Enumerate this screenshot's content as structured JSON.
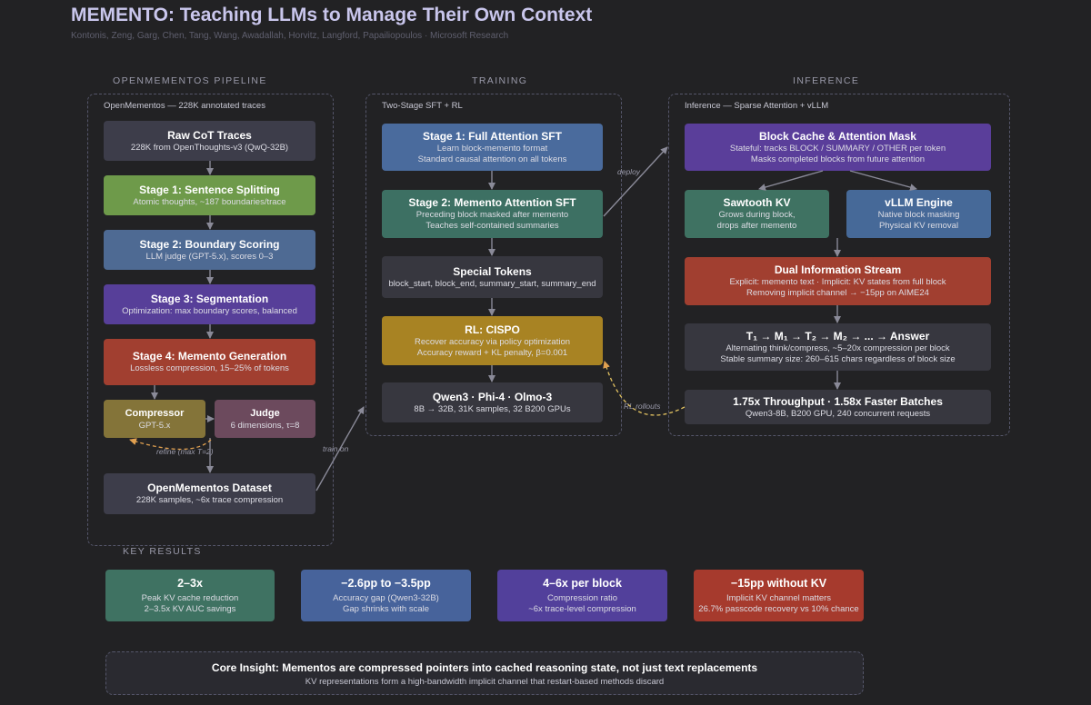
{
  "title": "MEMENTO: Teaching LLMs to Manage Their Own Context",
  "authors": "Kontonis, Zeng, Garg, Chen, Tang, Wang, Awadallah, Horvitz, Langford, Papailiopoulos · Microsoft Research",
  "sections": {
    "pipeline": "OPENMEMENTOS PIPELINE",
    "training": "TRAINING",
    "inference": "INFERENCE",
    "results": "KEY RESULTS"
  },
  "pipeline": {
    "panel_title": "OpenMementos — 228K annotated traces",
    "raw": {
      "title": "Raw CoT Traces",
      "sub": "228K from OpenThoughts-v3 (QwQ-32B)"
    },
    "stage1": {
      "title": "Stage 1: Sentence Splitting",
      "sub": "Atomic thoughts, ~187 boundaries/trace"
    },
    "stage2": {
      "title": "Stage 2: Boundary Scoring",
      "sub": "LLM judge (GPT-5.x), scores 0–3"
    },
    "stage3": {
      "title": "Stage 3: Segmentation",
      "sub": "Optimization: max boundary scores, balanced"
    },
    "stage4": {
      "title": "Stage 4: Memento Generation",
      "sub": "Lossless compression, 15–25% of tokens"
    },
    "compressor": {
      "title": "Compressor",
      "sub": "GPT-5.x"
    },
    "judge": {
      "title": "Judge",
      "sub": "6 dimensions, τ=8"
    },
    "refine_label": "refine (max T=2)",
    "dataset": {
      "title": "OpenMementos Dataset",
      "sub": "228K samples, ~6x trace compression"
    }
  },
  "training": {
    "panel_title": "Two-Stage SFT + RL",
    "stage1": {
      "title": "Stage 1: Full Attention SFT",
      "sub1": "Learn block-memento format",
      "sub2": "Standard causal attention on all tokens"
    },
    "stage2": {
      "title": "Stage 2: Memento Attention SFT",
      "sub1": "Preceding block masked after memento",
      "sub2": "Teaches self-contained summaries"
    },
    "tokens": {
      "title": "Special Tokens",
      "sub": "block_start, block_end, summary_start, summary_end"
    },
    "rl": {
      "title": "RL: CISPO",
      "sub1": "Recover accuracy via policy optimization",
      "sub2": "Accuracy reward + KL penalty, β=0.001"
    },
    "models": {
      "title": "Qwen3 · Phi-4 · Olmo-3",
      "sub": "8B → 32B, 31K samples, 32 B200 GPUs"
    }
  },
  "inference": {
    "panel_title": "Inference — Sparse Attention + vLLM",
    "cache": {
      "title": "Block Cache & Attention Mask",
      "sub1": "Stateful: tracks BLOCK / SUMMARY / OTHER per token",
      "sub2": "Masks completed blocks from future attention"
    },
    "sawtooth": {
      "title": "Sawtooth KV",
      "sub1": "Grows during block,",
      "sub2": "drops after memento"
    },
    "vllm": {
      "title": "vLLM Engine",
      "sub1": "Native block masking",
      "sub2": "Physical KV removal"
    },
    "dual": {
      "title": "Dual Information Stream",
      "sub1": "Explicit: memento text · Implicit: KV states from full block",
      "sub2": "Removing implicit channel → −15pp on AIME24"
    },
    "sequence": {
      "title": "T₁ → M₁ → T₂ → M₂ → ... → Answer",
      "sub1": "Alternating think/compress, ~5–20x compression per block",
      "sub2": "Stable summary size: 260–615 chars regardless of block size"
    },
    "throughput": {
      "title": "1.75x Throughput · 1.58x Faster Batches",
      "sub": "Qwen3-8B, B200 GPU, 240 concurrent requests"
    }
  },
  "edge_labels": {
    "train_on": "train on",
    "deploy": "deploy",
    "rl_rollouts": "RL rollouts"
  },
  "results": [
    {
      "title": "2–3x",
      "sub1": "Peak KV cache reduction",
      "sub2": "2–3.5x KV AUC savings"
    },
    {
      "title": "−2.6pp to −3.5pp",
      "sub1": "Accuracy gap (Qwen3-32B)",
      "sub2": "Gap shrinks with scale"
    },
    {
      "title": "4–6x per block",
      "sub1": "Compression ratio",
      "sub2": "~6x trace-level compression"
    },
    {
      "title": "−15pp without KV",
      "sub1": "Implicit KV channel matters",
      "sub2": "26.7% passcode recovery vs 10% chance"
    }
  ],
  "insight": {
    "title": "Core Insight: Mementos are compressed pointers into cached reasoning state, not just text replacements",
    "sub": "KV representations form a high-bandwidth implicit channel that restart-based methods discard"
  },
  "colors": {
    "background": "#222224",
    "title": "#c9c6ec",
    "green": "#6e9a4a",
    "blue": "#4e6a93",
    "purple": "#573f99",
    "red": "#a13f30",
    "yellow": "#a88323",
    "teal": "#3d7063",
    "refine_arrow": "#e0a050"
  }
}
